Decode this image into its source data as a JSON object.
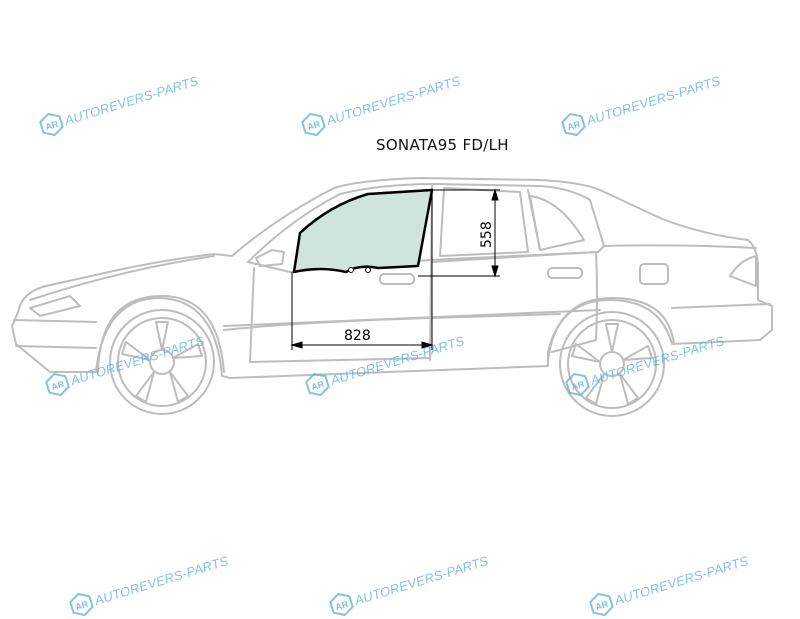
{
  "title": "SONATA95 FD/LH",
  "dimensions": {
    "width": "828",
    "height": "558"
  },
  "watermark": {
    "text": "AUTOREVERS-PARTS",
    "logo": "AR",
    "color": "#5aaedc"
  },
  "colors": {
    "glass_fill": "#cfe5dc",
    "glass_stroke": "#000000",
    "car_outline": "#b9b9b9"
  }
}
